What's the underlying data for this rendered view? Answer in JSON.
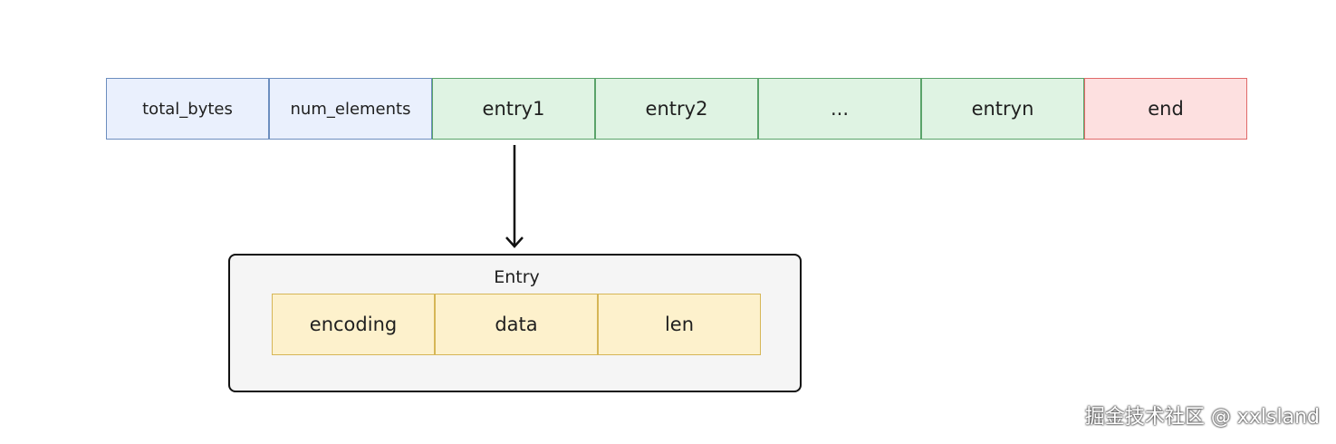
{
  "top_row": {
    "cells": [
      {
        "label": "total_bytes",
        "color": "blue"
      },
      {
        "label": "num_elements",
        "color": "blue"
      },
      {
        "label": "entry1",
        "color": "green"
      },
      {
        "label": "entry2",
        "color": "green"
      },
      {
        "label": "...",
        "color": "green"
      },
      {
        "label": "entryn",
        "color": "green"
      },
      {
        "label": "end",
        "color": "red"
      }
    ]
  },
  "entry": {
    "title": "Entry",
    "fields": [
      "encoding",
      "data",
      "len"
    ]
  },
  "colors": {
    "blue_fill": "#eaf0fd",
    "blue_stroke": "#6c8ebf",
    "green_fill": "#dff3e3",
    "green_stroke": "#5aa36a",
    "red_fill": "#fde0e0",
    "red_stroke": "#e06a6a",
    "yellow_fill": "#fdf1cc",
    "yellow_stroke": "#d6b656"
  },
  "watermark": "掘金技术社区 @ xxlsland"
}
